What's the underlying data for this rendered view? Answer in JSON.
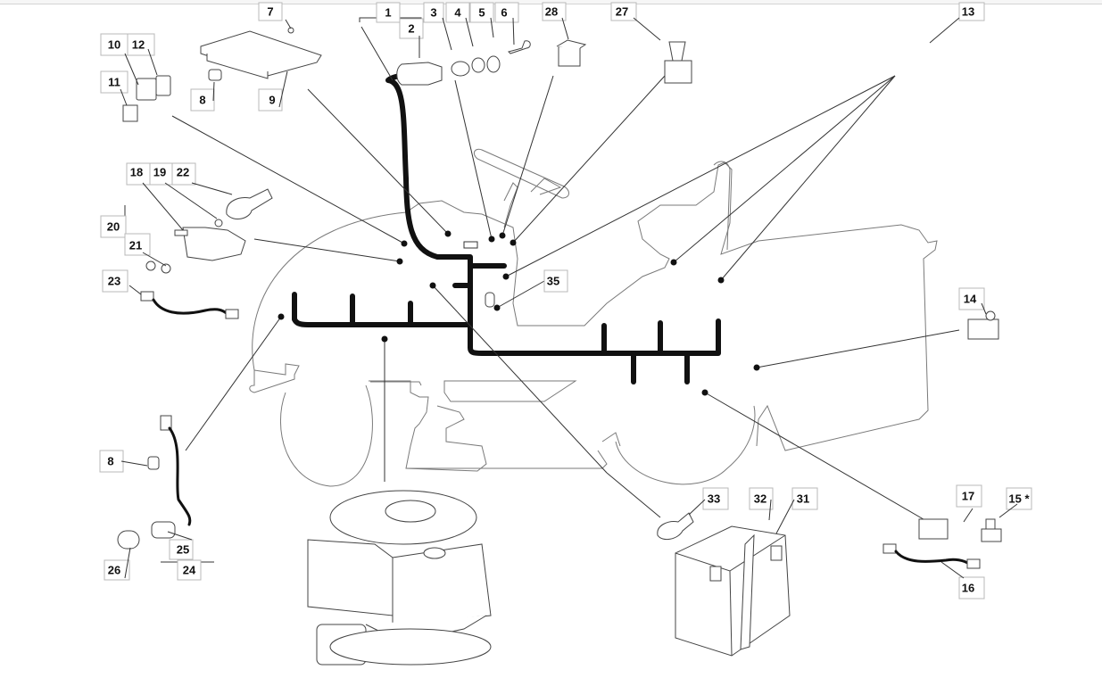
{
  "diagram": {
    "title": "Electrical system exploded view",
    "callouts": [
      {
        "id": "1",
        "text": "1"
      },
      {
        "id": "2",
        "text": "2"
      },
      {
        "id": "3",
        "text": "3"
      },
      {
        "id": "4",
        "text": "4"
      },
      {
        "id": "5",
        "text": "5"
      },
      {
        "id": "6",
        "text": "6"
      },
      {
        "id": "7",
        "text": "7"
      },
      {
        "id": "8a",
        "text": "8"
      },
      {
        "id": "8b",
        "text": "8"
      },
      {
        "id": "9",
        "text": "9"
      },
      {
        "id": "10",
        "text": "10"
      },
      {
        "id": "11",
        "text": "11"
      },
      {
        "id": "12",
        "text": "12"
      },
      {
        "id": "13",
        "text": "13"
      },
      {
        "id": "14",
        "text": "14"
      },
      {
        "id": "15",
        "text": "15 *"
      },
      {
        "id": "16",
        "text": "16"
      },
      {
        "id": "17",
        "text": "17"
      },
      {
        "id": "18",
        "text": "18"
      },
      {
        "id": "19",
        "text": "19"
      },
      {
        "id": "20",
        "text": "20"
      },
      {
        "id": "21",
        "text": "21"
      },
      {
        "id": "22",
        "text": "22"
      },
      {
        "id": "23",
        "text": "23"
      },
      {
        "id": "24",
        "text": "24"
      },
      {
        "id": "25",
        "text": "25"
      },
      {
        "id": "26",
        "text": "26"
      },
      {
        "id": "27",
        "text": "27"
      },
      {
        "id": "28",
        "text": "28"
      },
      {
        "id": "31",
        "text": "31"
      },
      {
        "id": "32",
        "text": "32"
      },
      {
        "id": "33",
        "text": "33"
      },
      {
        "id": "35",
        "text": "35"
      }
    ],
    "parts": [
      {
        "name": "ignition-switch",
        "callout": "2"
      },
      {
        "name": "spacer",
        "callout": "3"
      },
      {
        "name": "washer",
        "callout": "4"
      },
      {
        "name": "nut",
        "callout": "5"
      },
      {
        "name": "key",
        "callout": "6"
      },
      {
        "name": "screw",
        "callout": "7"
      },
      {
        "name": "clip",
        "callout": "8"
      },
      {
        "name": "circuit-board",
        "callout": "9"
      },
      {
        "name": "relay",
        "callout": "10"
      },
      {
        "name": "fuse",
        "callout": "11"
      },
      {
        "name": "relay-holder",
        "callout": "12"
      },
      {
        "name": "rocker-switch",
        "callout": "13"
      },
      {
        "name": "micro-switch",
        "callout": "14"
      },
      {
        "name": "pressure-switch",
        "callout": "15"
      },
      {
        "name": "jumper-cable",
        "callout": "16"
      },
      {
        "name": "seat-switch",
        "callout": "17"
      },
      {
        "name": "solenoid",
        "callout": "20"
      },
      {
        "name": "boot-cap",
        "callout": "22"
      },
      {
        "name": "cable",
        "callout": "23"
      },
      {
        "name": "light-assembly",
        "callout": "24"
      },
      {
        "name": "bulb-socket",
        "callout": "25"
      },
      {
        "name": "bulb",
        "callout": "26"
      },
      {
        "name": "push-button",
        "callout": "27"
      },
      {
        "name": "toggle-switch",
        "callout": "28"
      },
      {
        "name": "battery",
        "callout": "31"
      },
      {
        "name": "battery-strap",
        "callout": "32"
      },
      {
        "name": "terminal-boot",
        "callout": "33"
      },
      {
        "name": "harness-clip",
        "callout": "35"
      }
    ]
  }
}
